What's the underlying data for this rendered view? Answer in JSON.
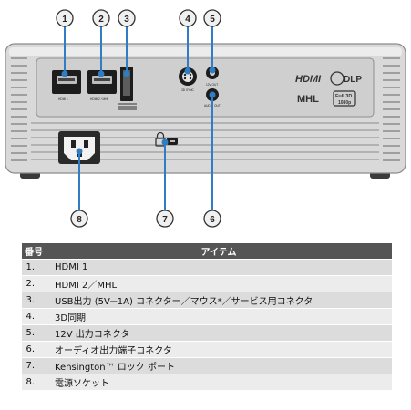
{
  "callouts": [
    "1",
    "2",
    "3",
    "4",
    "5",
    "6",
    "7",
    "8"
  ],
  "port_labels": {
    "hdmi1": "HDMI 1",
    "hdmi2": "HDMI 2 / MHL",
    "sync": "3D SYNC",
    "out12v": "12V OUT",
    "audio": "AUDIO OUT"
  },
  "logos": {
    "hdmi": "HDMI",
    "dlp": "DLP",
    "mhl": "MHL",
    "full3d": "Full 3D",
    "full3d_sub": "1080p"
  },
  "table": {
    "header_num": "番号",
    "header_item": "アイテム",
    "rows": [
      {
        "num": "1.",
        "item": "HDMI 1"
      },
      {
        "num": "2.",
        "item": "HDMI 2／MHL"
      },
      {
        "num": "3.",
        "item": "USB出力 (5V⎓1A) コネクター／マウス*／サービス用コネクタ"
      },
      {
        "num": "4.",
        "item": "3D同期"
      },
      {
        "num": "5.",
        "item": "12V 出力コネクタ"
      },
      {
        "num": "6.",
        "item": "オーディオ出力端子コネクタ"
      },
      {
        "num": "7.",
        "item": "Kensington™ ロック ポート"
      },
      {
        "num": "8.",
        "item": "電源ソケット"
      }
    ]
  }
}
